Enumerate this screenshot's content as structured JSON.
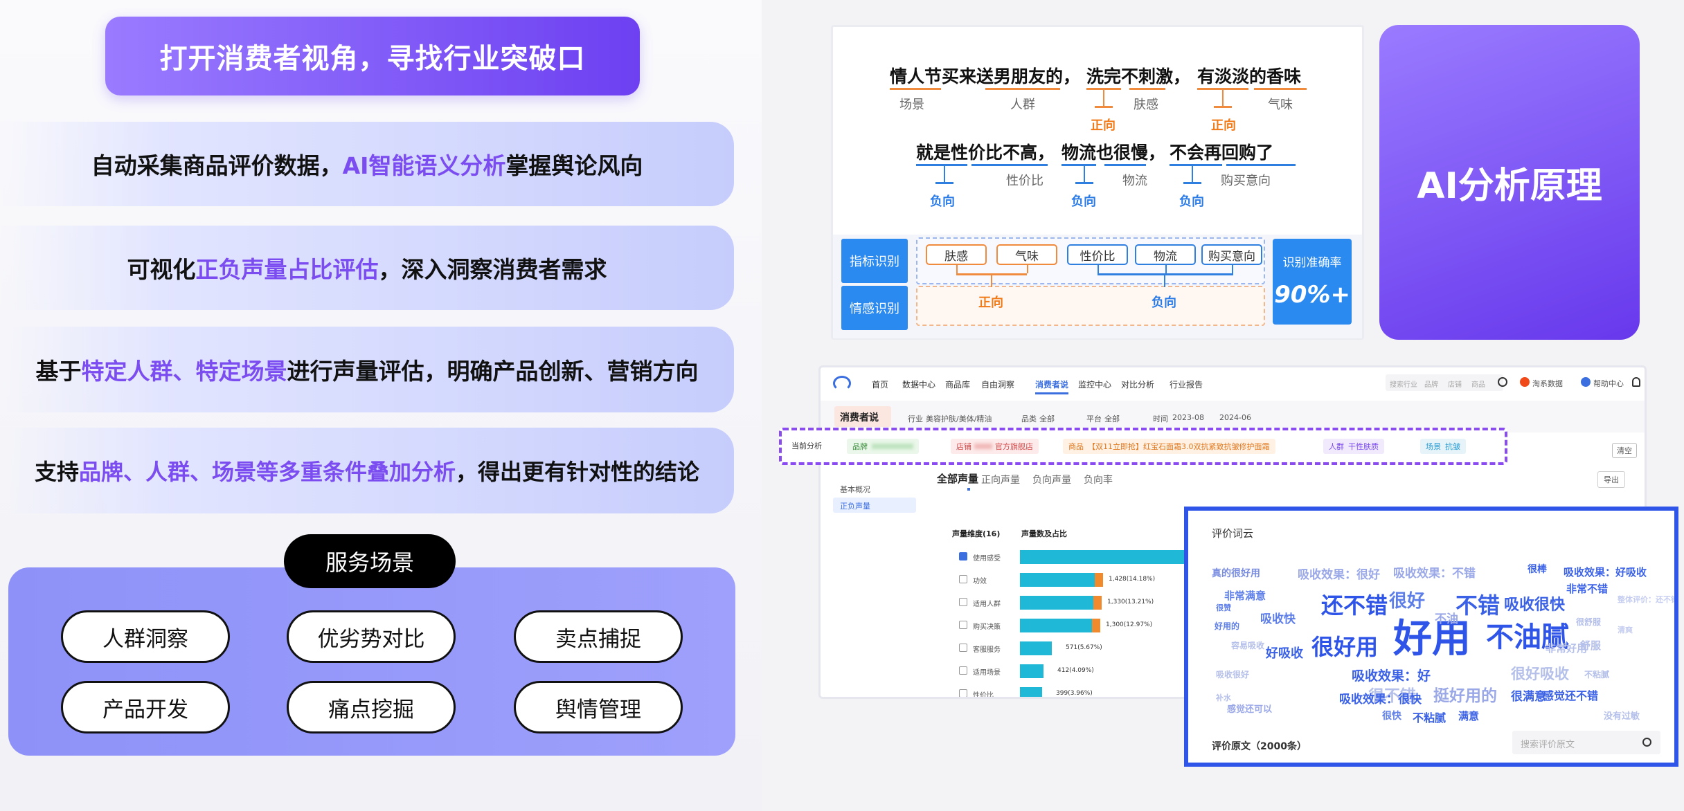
{
  "left": {
    "banner": "打开消费者视角，寻找行业突破口",
    "features": [
      {
        "pre": "自动采集商品评价数据，",
        "hl": "AI智能语义分析",
        "post": "掌握舆论风向"
      },
      {
        "pre": "可视化",
        "hl": "正负声量占比评估",
        "post": "，深入洞察消费者需求"
      },
      {
        "pre": "基于",
        "hl": "特定人群、特定场景",
        "post": "进行声量评估，明确产品创新、营销方向"
      },
      {
        "pre": "支持",
        "hl": "品牌、人群、场景等多重条件叠加分析",
        "post": "，得出更有针对性的结论"
      }
    ],
    "services_title": "服务场景",
    "services": [
      "人群洞察",
      "优劣势对比",
      "卖点捕捉",
      "产品开发",
      "痛点挖掘",
      "舆情管理"
    ]
  },
  "diagram": {
    "s1a": "情人节买来送男朋友的，",
    "s1b": "洗完不刺激，",
    "s1c": "有淡淡的香味",
    "t_scene": "场景",
    "t_crowd": "人群",
    "t_pos1": "正向",
    "t_skin": "肤感",
    "t_pos2": "正向",
    "t_smell": "气味",
    "s2a": "就是性价比不高，",
    "s2b": "物流也很慢，",
    "s2c": "不会再回购了",
    "t_neg1": "负向",
    "t_value": "性价比",
    "t_neg2": "负向",
    "t_logi": "物流",
    "t_neg3": "负向",
    "t_rebuy": "购买意向",
    "indicator_label": "指标识别",
    "emotion_label": "情感识别",
    "chips": [
      "肤感",
      "气味",
      "性价比",
      "物流",
      "购买意向"
    ],
    "pos": "正向",
    "neg": "负向",
    "acc_label": "识别准确率",
    "acc_value": "90%+"
  },
  "ai_title": "AI分析原理",
  "app": {
    "nav": [
      "首页",
      "数据中心",
      "商品库",
      "自由洞察",
      "消费者说",
      "监控中心",
      "对比分析",
      "行业报告"
    ],
    "right_nav": [
      "搜索行业",
      "品牌",
      "店铺",
      "商品"
    ],
    "user": "淘系数据",
    "help": "帮助中心",
    "page_title": "消费者说",
    "f_industry": "行业",
    "f_industry_v": "美容护肤/美体/精油",
    "f_cat": "品类",
    "f_cat_v": "全部",
    "f_plat": "平台",
    "f_plat_v": "全部",
    "f_time": "时间",
    "f_t1": "2023-08",
    "f_t2": "2024-06",
    "current": "当前分析",
    "chip_brand": "品牌",
    "chip_shop": "店铺",
    "chip_shop_v": "官方旗舰店",
    "chip_goods": "商品",
    "chip_goods_v": "【双11立即抢】红宝石面霜3.0双抗紧致抗皱修护面霜",
    "chip_crowd": "人群",
    "chip_crowd_v": "干性肤质",
    "chip_scene": "场景",
    "chip_scene_v": "抗皱",
    "clear": "清空",
    "side": [
      "基本概况",
      "正负声量"
    ],
    "tabs": [
      "全部声量",
      "正向声量",
      "负向声量",
      "负向率"
    ],
    "export": "导出",
    "col1": "声量维度(16)",
    "col2": "声量数及占比",
    "rows": [
      {
        "name": "使用感受",
        "label": ""
      },
      {
        "name": "功效",
        "label": "1,428(14.18%)"
      },
      {
        "name": "适用人群",
        "label": "1,330(13.21%)"
      },
      {
        "name": "购买决策",
        "label": "1,300(12.97%)"
      },
      {
        "name": "客服服务",
        "label": "571(5.67%)"
      },
      {
        "name": "适用场景",
        "label": "412(4.09%)"
      },
      {
        "name": "性价比",
        "label": "399(3.96%)"
      }
    ],
    "wc_title": "评价词云",
    "wc_foot": "评价原文（2000条）",
    "wc_search": "搜索评价原文",
    "words": [
      "好用",
      "不油腻",
      "很好用",
      "还不错",
      "不错",
      "很好",
      "吸收很快",
      "吸收效果：很好",
      "吸收效果：不错",
      "真的很好用",
      "非常满意",
      "吸收快",
      "好吸收",
      "吸收效果：好",
      "很不错",
      "挺好用的",
      "很满意",
      "感觉还不错",
      "不粘腻",
      "满意",
      "整体评价：还不错",
      "很快",
      "很好吸收",
      "非常好用",
      "吸收效果：好吸收",
      "非常不错",
      "很棒",
      "不油",
      "感觉还可以",
      "吸收很好",
      "好用的",
      "很赞",
      "舒服",
      "没有过敏",
      "不粘腻",
      "容易吸收",
      "补水",
      "清爽",
      "吸收效果：很快",
      "很舒服"
    ]
  }
}
